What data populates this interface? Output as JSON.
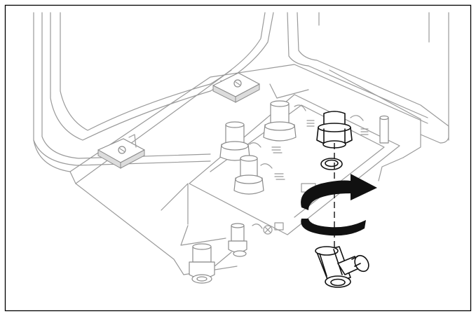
{
  "figure": {
    "frame_color": "#000000",
    "line_color": "#9a9a9a",
    "focus_color": "#111111",
    "icons": [
      "boiler-housing",
      "connection-bracket",
      "union-nut",
      "sealing-ring",
      "tighten-arrow-icon",
      "isolation-valve"
    ]
  }
}
